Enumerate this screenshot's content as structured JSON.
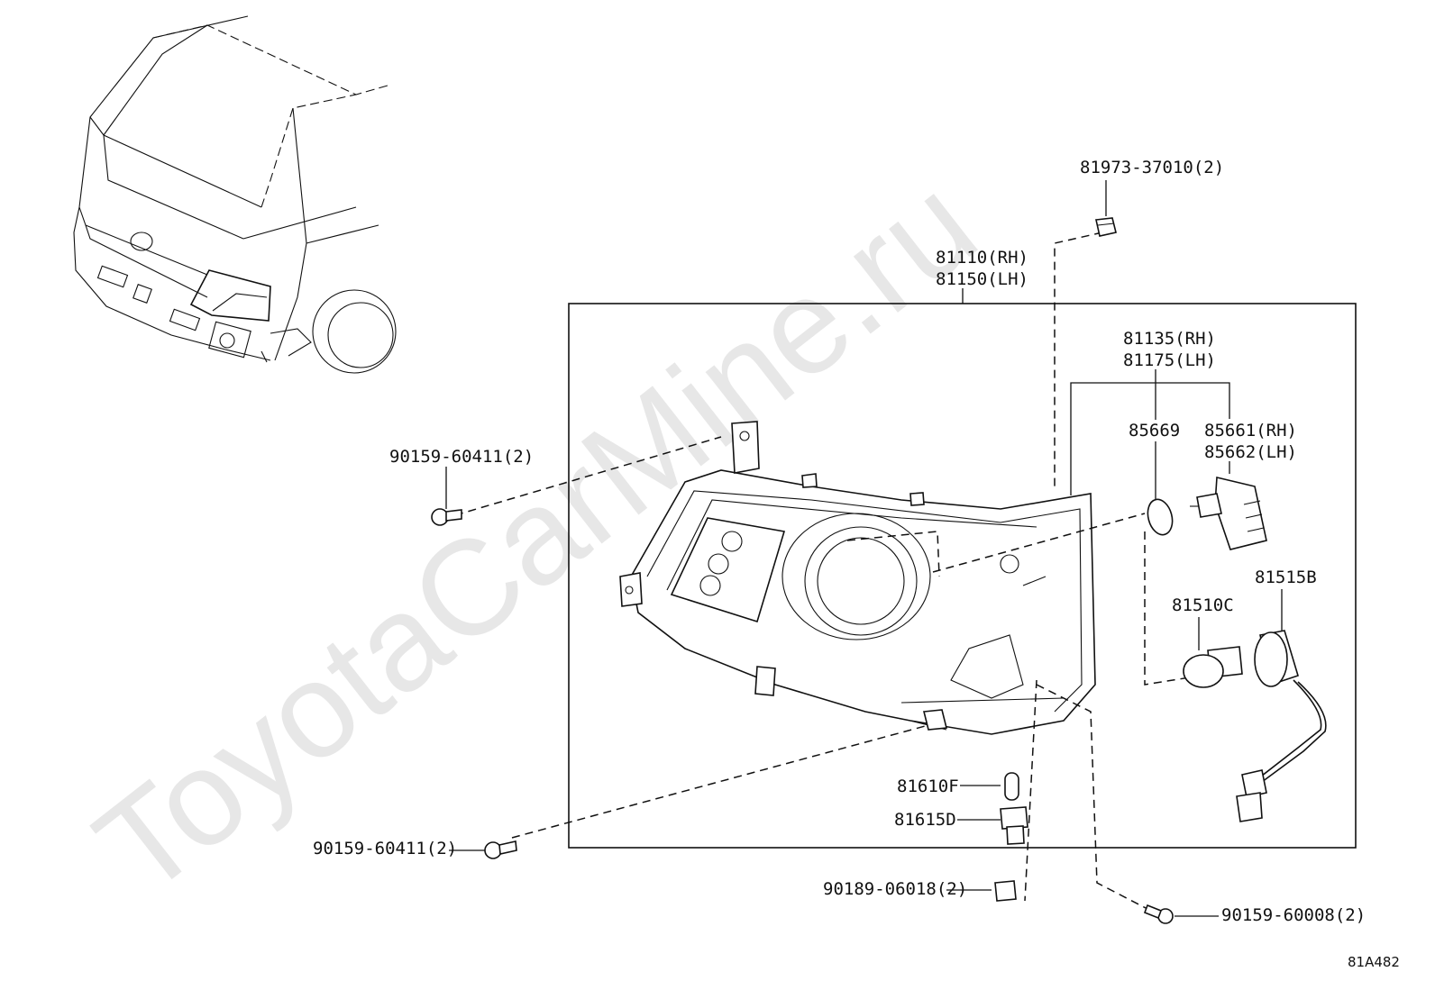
{
  "watermark": "ToyotaCarMine.ru",
  "figure_code": "81A482",
  "parts": {
    "bracket_clip": "81973-37010(2)",
    "headlamp_rh": "81110(RH)",
    "headlamp_lh": "81150(LH)",
    "socket_assy_rh": "81135(RH)",
    "socket_assy_lh": "81175(LH)",
    "o_ring": "85669",
    "actuator_rh": "85661(RH)",
    "actuator_lh": "85662(LH)",
    "socket_wire": "81515B",
    "bulb_turn": "81510C",
    "bulb_clearance": "81610F",
    "socket_clearance": "81615D",
    "bolt_upper": "90159-60411(2)",
    "bolt_lower": "90159-60411(2)",
    "nut_clip": "90189-06018(2)",
    "screw": "90159-60008(2)"
  },
  "icons": [
    "truck-cab-icon",
    "headlamp-assembly-icon",
    "bolt-icon",
    "clip-icon",
    "o-ring-icon",
    "actuator-icon",
    "bulb-icon",
    "socket-icon",
    "harness-icon"
  ]
}
